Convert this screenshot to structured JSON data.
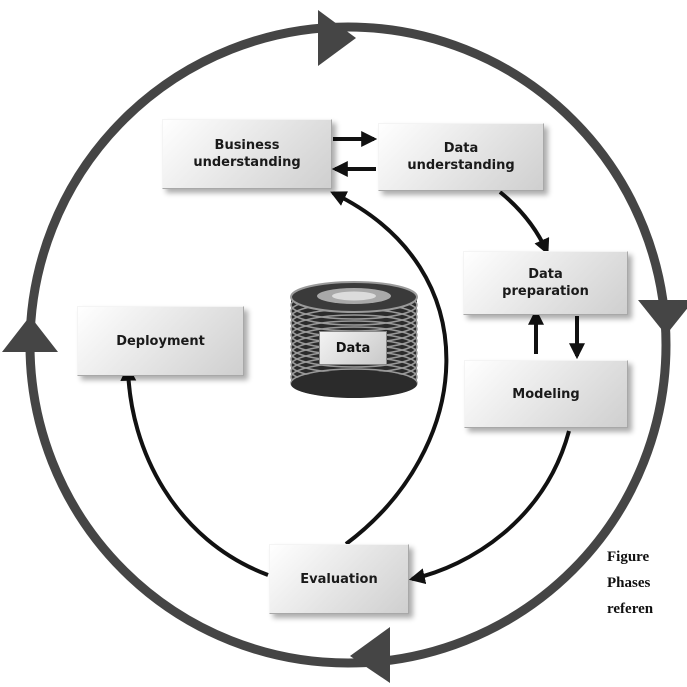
{
  "phases": {
    "business_understanding": "Business\nunderstanding",
    "data_understanding": "Data\nunderstanding",
    "data_preparation": "Data\npreparation",
    "modeling": "Modeling",
    "evaluation": "Evaluation",
    "deployment": "Deployment"
  },
  "center": {
    "data_label": "Data"
  },
  "caption": {
    "lines": [
      "Figure",
      "Phases",
      "referen"
    ]
  },
  "colors": {
    "outer_ring": "#454545",
    "arrows": "#111111",
    "box_fill": "#e4e4e4",
    "cylinder_dark": "#2b2b2b",
    "cylinder_light": "#9a9a9a"
  }
}
